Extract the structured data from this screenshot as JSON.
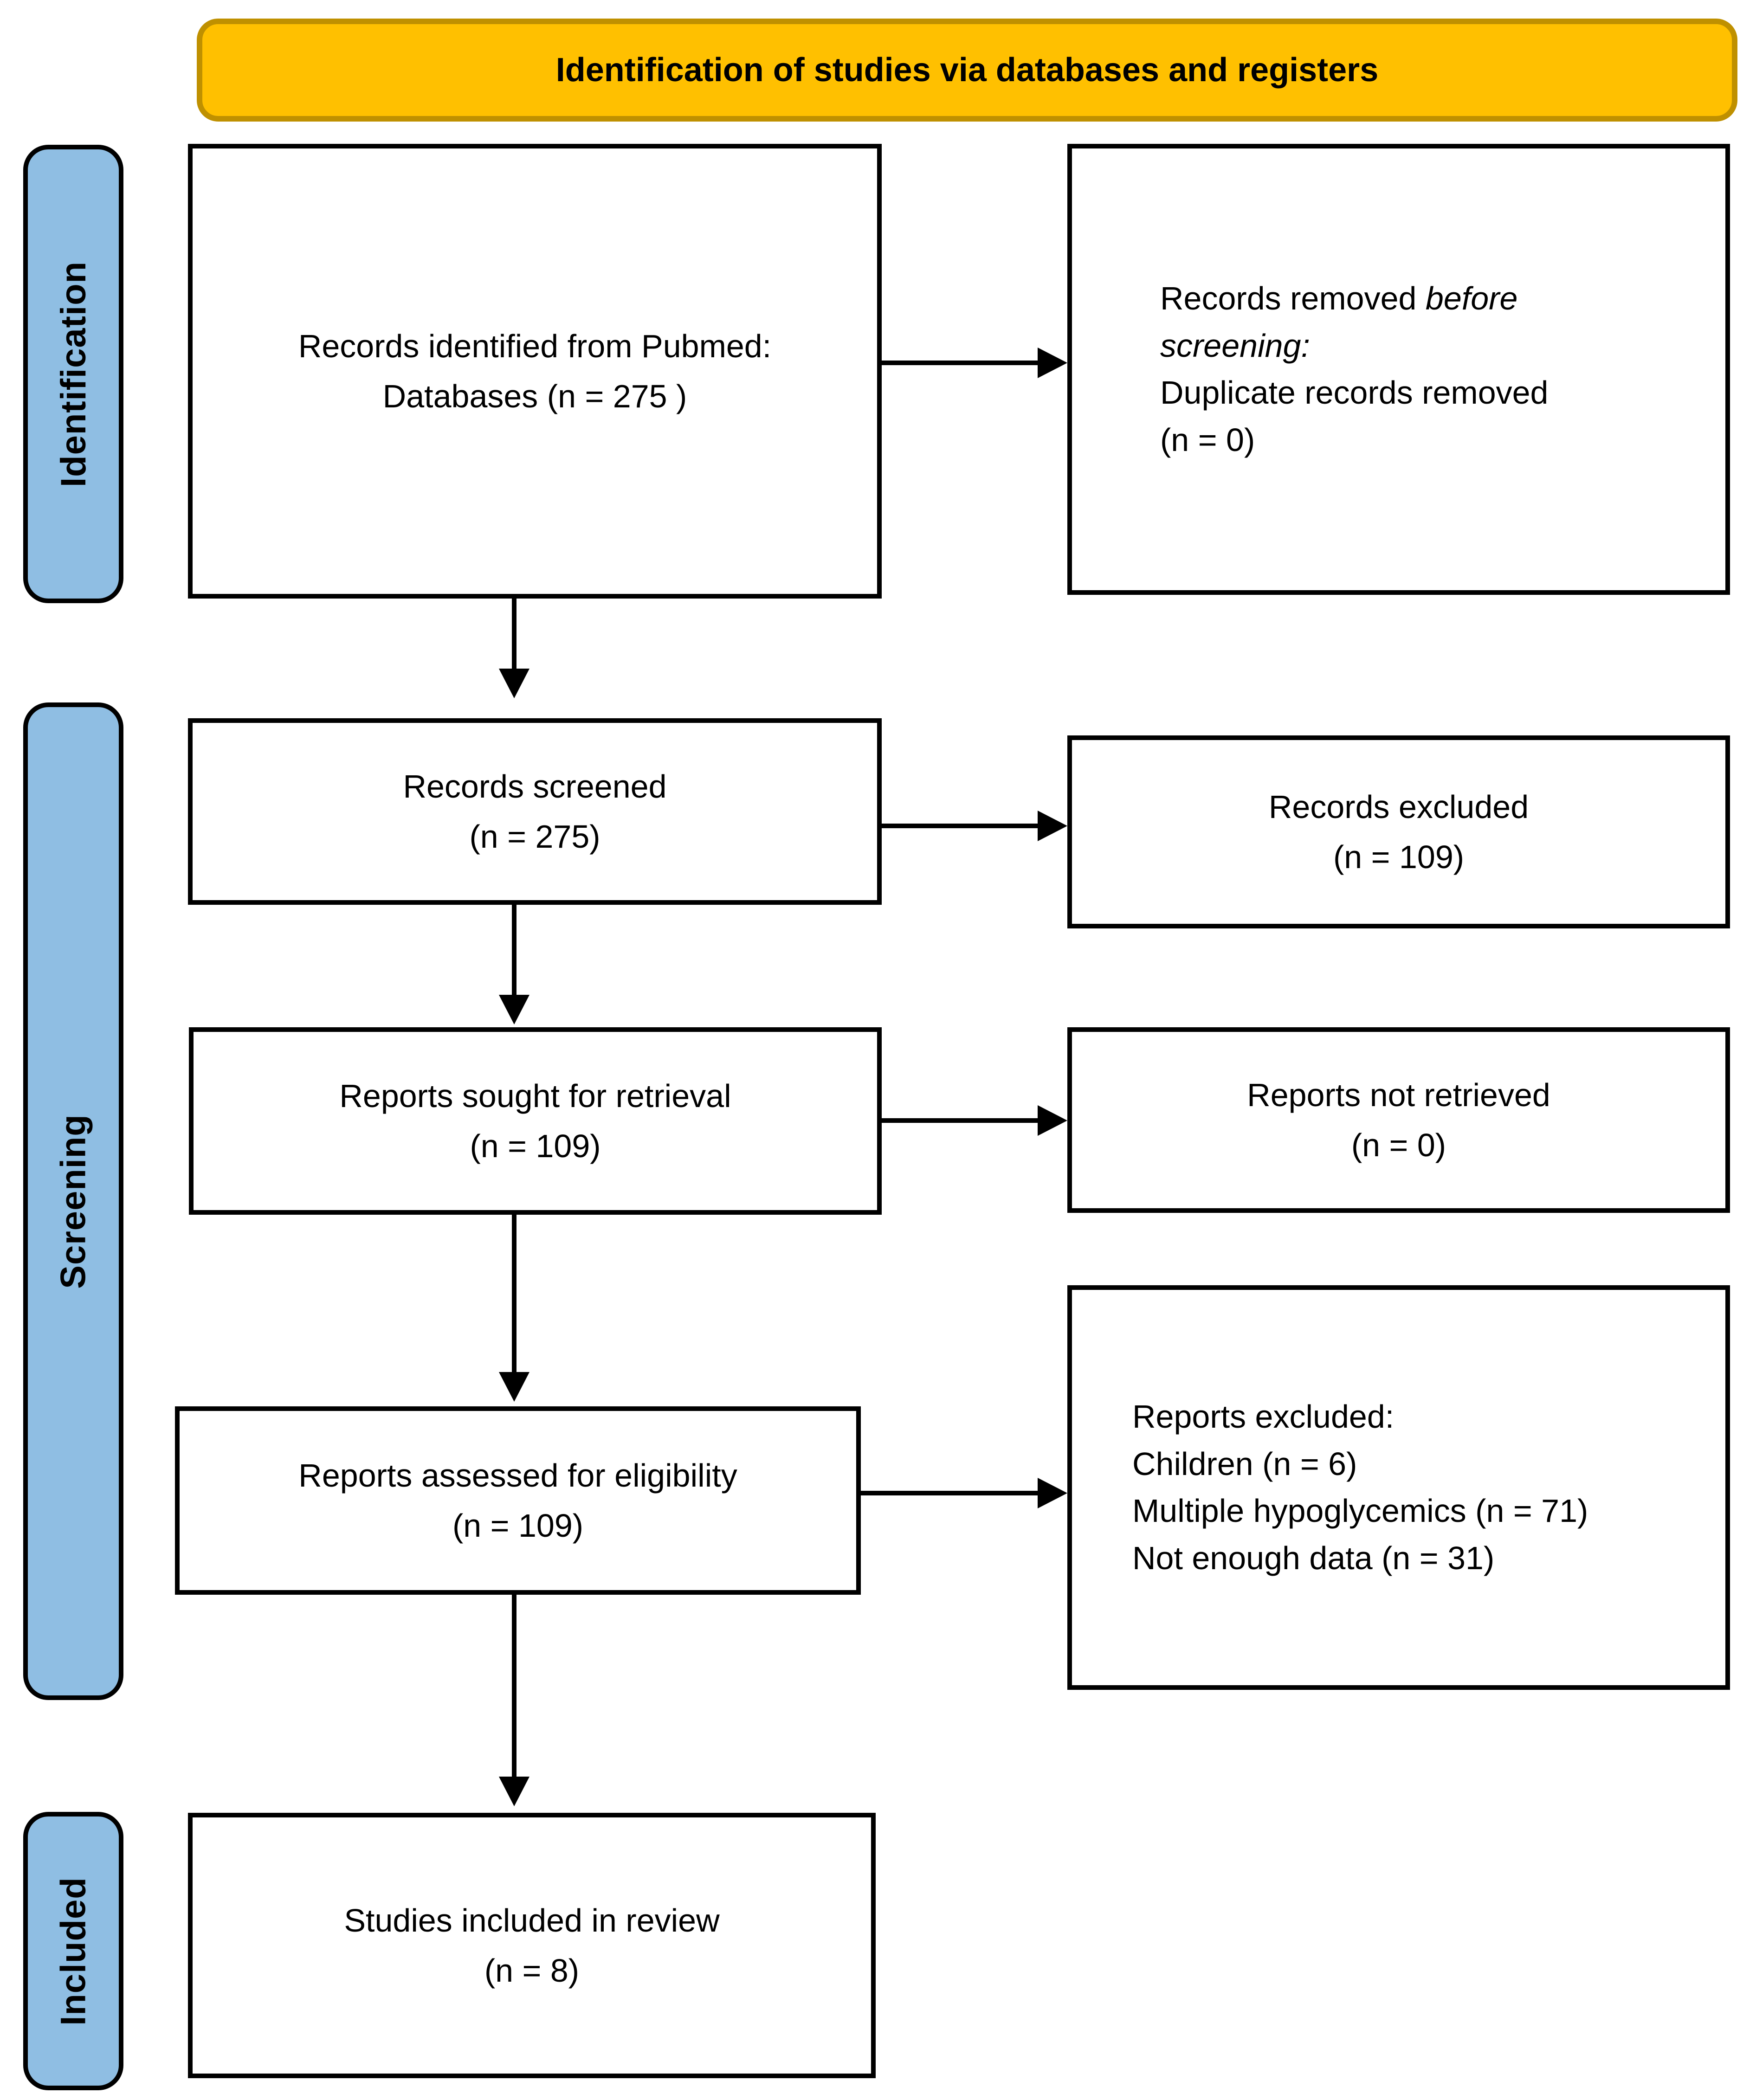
{
  "banner": {
    "title": "Identification of studies via databases and registers"
  },
  "sidebar": {
    "identification": "Identification",
    "screening": "Screening",
    "included": "Included"
  },
  "boxes": {
    "identified": {
      "line1": "Records identified from Pubmed:",
      "line2": "Databases (n = 275 )"
    },
    "removed": {
      "l1a": "Records removed ",
      "l1b": "before",
      "l2": "screening:",
      "l3": "Duplicate records removed",
      "l4": "(n = 0)"
    },
    "screened": {
      "line1": "Records screened",
      "line2": "(n = 275)"
    },
    "excluded": {
      "line1": "Records excluded",
      "line2": "(n = 109)"
    },
    "sought": {
      "line1": "Reports sought for retrieval",
      "line2": "(n = 109)"
    },
    "not_retrieved": {
      "line1": "Reports not retrieved",
      "line2": "(n = 0)"
    },
    "assessed": {
      "line1": "Reports assessed for eligibility",
      "line2": "(n = 109)"
    },
    "reports_excluded": {
      "l1": "Reports excluded:",
      "l2": "Children (n = 6)",
      "l3": "Multiple hypoglycemics (n = 71)",
      "l4": "Not enough data (n = 31)"
    },
    "included_review": {
      "line1": "Studies included in review",
      "line2": "(n = 8)"
    }
  },
  "colors": {
    "banner_fill": "#FFC000",
    "banner_border": "#BF9000",
    "sidebar_fill": "#8FBEE3",
    "box_border": "#000000",
    "background": "#FFFFFF",
    "text": "#000000"
  }
}
